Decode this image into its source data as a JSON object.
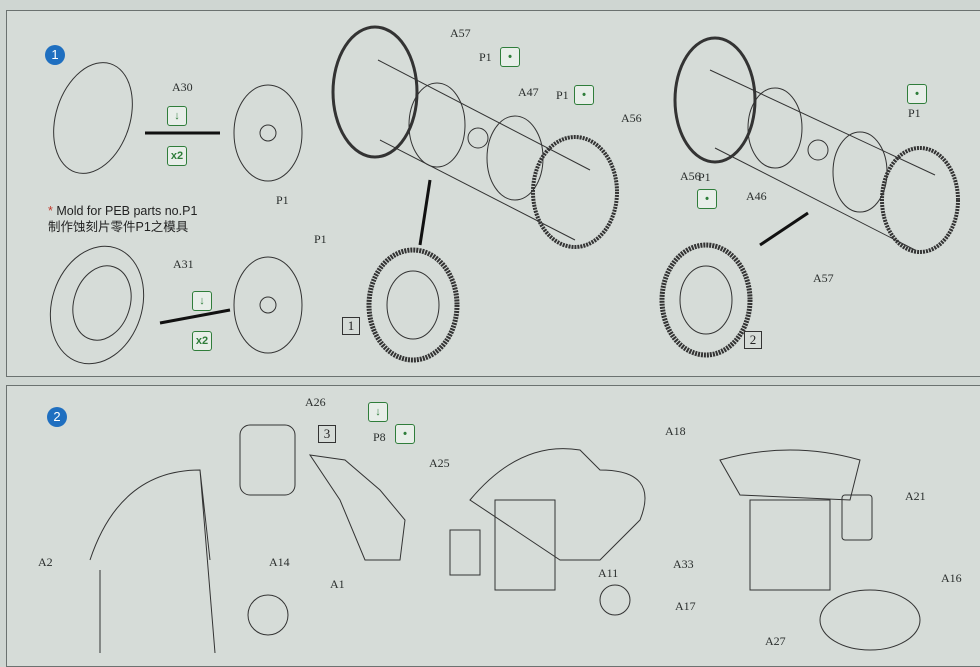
{
  "steps": [
    {
      "number": "1"
    },
    {
      "number": "2"
    }
  ],
  "step1": {
    "note": {
      "marker": "*",
      "line1": "Mold for PEB parts no.P1",
      "line2": "制作蚀刻片零件P1之模具"
    },
    "multiplier": "x2",
    "sub_steps": [
      "1",
      "2"
    ],
    "labels": [
      "A30",
      "P1",
      "P1",
      "A31",
      "A57",
      "P1",
      "A47",
      "P1",
      "A56",
      "P1",
      "A56",
      "P1",
      "A46",
      "A57"
    ]
  },
  "step2": {
    "sub_step": "3",
    "labels": [
      "A26",
      "P8",
      "A25",
      "A18",
      "A21",
      "A2",
      "A14",
      "A1",
      "A11",
      "A33",
      "A17",
      "A16",
      "A27"
    ]
  },
  "icons": {
    "press_icon": "↓",
    "glue_icon": "•"
  },
  "colors": {
    "step_badge": "#1f6fc0",
    "icon_green": "#2f7d3a",
    "paper": "#d6dcd8"
  }
}
